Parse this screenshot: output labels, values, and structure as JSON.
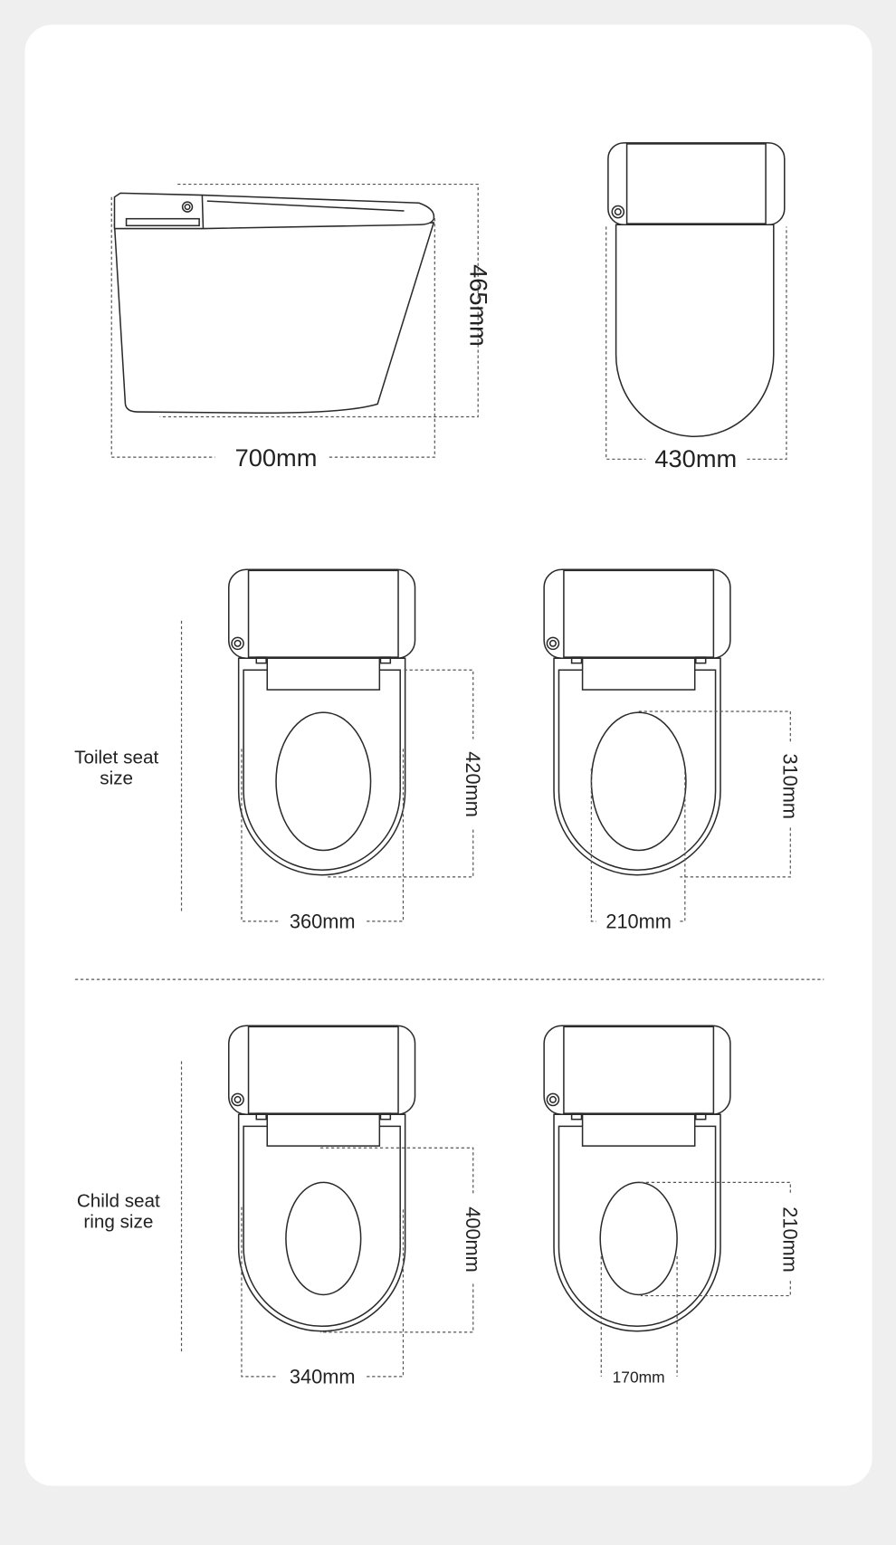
{
  "overall": {
    "length_label": "700mm",
    "height_label": "465mm",
    "width_label": "430mm"
  },
  "toilet_seat": {
    "label_line1": "Toilet seat",
    "label_line2": "size",
    "outer_length": "420mm",
    "outer_width": "360mm",
    "hole_length": "310mm",
    "hole_width": "210mm"
  },
  "child_seat": {
    "label_line1": "Child seat",
    "label_line2": "ring size",
    "outer_length": "400mm",
    "outer_width": "340mm",
    "hole_length": "210mm",
    "hole_width": "170mm"
  },
  "colors": {
    "background": "#efefef",
    "card": "#ffffff",
    "line": "#2a2a2a"
  }
}
